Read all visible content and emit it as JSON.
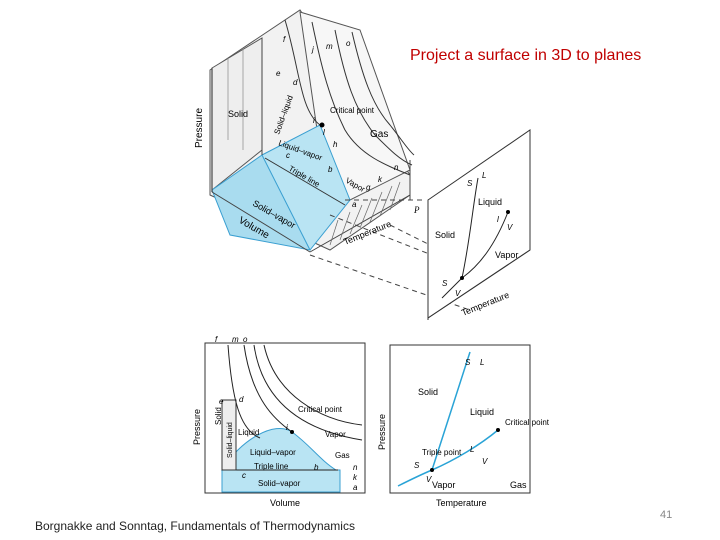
{
  "slide": {
    "title": "Project a surface in 3D to planes",
    "footer": "Borgnakke and Sonntag, Fundamentals of Thermodynamics",
    "page_number": "41"
  },
  "surface3d": {
    "axis_pressure": "Pressure",
    "axis_volume": "Volume",
    "axis_temperature": "Temperature",
    "region_solid": "Solid",
    "region_solid_liquid": "Solid–liquid",
    "region_liquid_vapor": "Liquid–vapor",
    "region_solid_vapor": "Solid–vapor",
    "region_gas": "Gas",
    "region_vapor": "Vapor",
    "critical_point": "Critical point",
    "triple_line": "Triple line",
    "points": [
      "f",
      "e",
      "d",
      "i",
      "l",
      "c",
      "b",
      "g",
      "a",
      "j",
      "m",
      "o",
      "n",
      "k",
      "h"
    ]
  },
  "pt_diagram": {
    "axis_pressure": "P",
    "axis_temperature": "Temperature",
    "solid": "Solid",
    "liquid": "Liquid",
    "vapor": "Vapor",
    "labels": [
      "S",
      "L",
      "l",
      "V",
      "S",
      "V"
    ]
  },
  "pv_diagram": {
    "axis_pressure": "Pressure",
    "axis_volume": "Volume",
    "solid": "Solid",
    "solid_liquid": "Solid–liquid",
    "liquid": "Liquid",
    "liquid_vapor": "Liquid–vapor",
    "solid_vapor": "Solid–vapor",
    "triple_line": "Triple line",
    "critical_point": "Critical point",
    "vapor": "Vapor",
    "gas": "Gas",
    "points": [
      "f",
      "m",
      "o",
      "e",
      "d",
      "i",
      "c",
      "b",
      "n",
      "k",
      "a"
    ]
  },
  "pt_diagram2": {
    "axis_pressure": "Pressure",
    "axis_temperature": "Temperature",
    "solid": "Solid",
    "liquid": "Liquid",
    "critical_point": "Critical point",
    "triple_point": "Triple point",
    "vapor": "Vapor",
    "gas": "Gas",
    "labels": [
      "S",
      "L",
      "L",
      "V",
      "S",
      "V"
    ]
  },
  "colors": {
    "title": "#c00000",
    "region_fill": "#b9e4f3",
    "region_edge": "#3a9fd1"
  }
}
